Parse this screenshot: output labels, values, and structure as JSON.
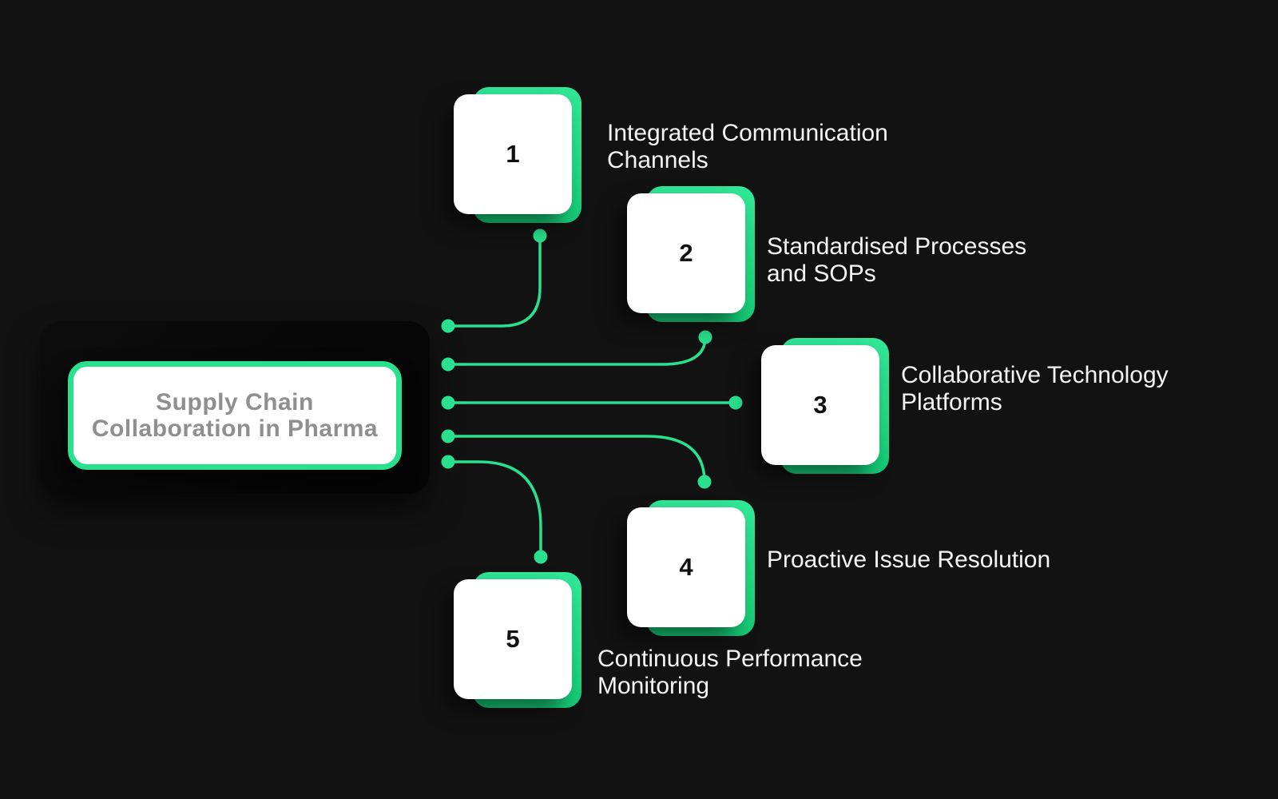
{
  "colors": {
    "accent": "#28e08e",
    "background": "#121212",
    "panel": "#070707",
    "card_white": "#ffffff",
    "title_text": "#8f8f8f",
    "label_text": "#f4f4f4",
    "number_text": "#111111"
  },
  "title": {
    "line1": "Supply Chain",
    "line2": "Collaboration in Pharma"
  },
  "items": [
    {
      "number": "1",
      "lines": [
        "Integrated Communication",
        "Channels"
      ]
    },
    {
      "number": "2",
      "lines": [
        "Standardised Processes",
        "and SOPs"
      ]
    },
    {
      "number": "3",
      "lines": [
        "Collaborative Technology",
        "Platforms"
      ]
    },
    {
      "number": "4",
      "lines": [
        "Proactive Issue Resolution"
      ]
    },
    {
      "number": "5",
      "lines": [
        "Continuous Performance",
        "Monitoring"
      ]
    }
  ]
}
